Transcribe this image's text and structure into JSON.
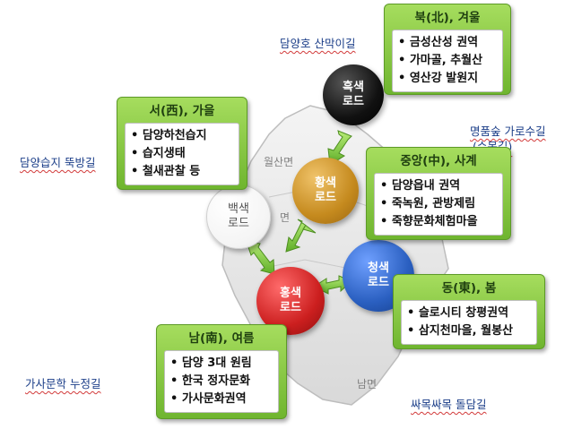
{
  "labels": {
    "damyangho": "담양호 산막이길",
    "damyang_seupji": "담양습지 뚝방길",
    "myeongpungsup_line1": "명품숲 가로수길",
    "myeongpungsup_line2": "(수목길)",
    "gasa": "가사문학 누정길",
    "ssamok": "싸목싸목 돌담길"
  },
  "map_labels": {
    "wolsan": "월산면",
    "myeon_partial": "면",
    "nam": "남면"
  },
  "circles": {
    "black": {
      "line1": "흑색",
      "line2": "로드"
    },
    "yellow": {
      "line1": "황색",
      "line2": "로드"
    },
    "white": {
      "line1": "백색",
      "line2": "로드"
    },
    "red": {
      "line1": "홍색",
      "line2": "로드"
    },
    "blue": {
      "line1": "청색",
      "line2": "로드"
    }
  },
  "panels": {
    "north": {
      "title": "북(北), 겨울",
      "items": [
        "금성산성 권역",
        "가마골, 추월산",
        "영산강 발원지"
      ]
    },
    "west": {
      "title": "서(西), 가을",
      "items": [
        "담양하천습지",
        "습지생태",
        "철새관찰 등"
      ]
    },
    "center": {
      "title": "중앙(中), 사계",
      "items": [
        "담양읍내 권역",
        "죽녹원, 관방제림",
        "죽향문화체험마을"
      ]
    },
    "east": {
      "title": "동(東), 봄",
      "items": [
        "슬로시티 창평권역",
        "삼지천마을, 월봉산"
      ]
    },
    "south": {
      "title": "남(南), 여름",
      "items": [
        "담양 3대 원림",
        "한국 정자문화",
        "가사문화권역"
      ]
    }
  },
  "colors": {
    "panel_green": "#7fc23a",
    "black_circle": "#111111",
    "yellow_circle": "#c58a1e",
    "white_circle": "#ffffff",
    "red_circle": "#cc1f1f",
    "blue_circle": "#2a5fc0",
    "arrow_green": "#7ac943"
  }
}
